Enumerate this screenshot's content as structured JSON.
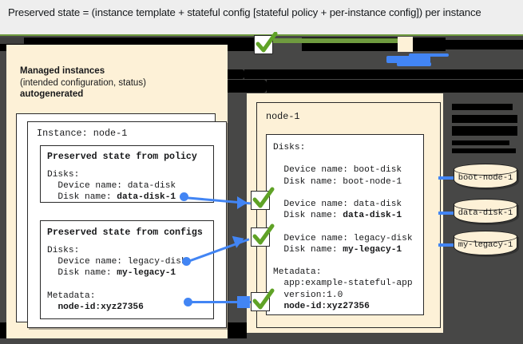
{
  "header": {
    "caption": "Preserved state = (instance template + stateful config [stateful policy + per-instance config]) per instance"
  },
  "colors": {
    "accent_green": "#6f9b3f",
    "accent_blue": "#4285f4",
    "panel_cream": "#fdf1d7",
    "canvas_dark": "#474746",
    "redaction_black": "#000000",
    "check_green": "#5fa226"
  },
  "left_panel": {
    "title": "Managed instances",
    "subtitle": "(intended configuration, status)",
    "tag": "autogenerated",
    "instance_card": {
      "title": "Instance: node-1",
      "sections": [
        {
          "name": "policy-card",
          "heading": "Preserved state from policy",
          "lines": [
            {
              "text": "Disks:",
              "bold": false
            },
            {
              "text": "  Device name: data-disk",
              "bold": false
            },
            {
              "text": "  Disk name: ",
              "bold_part": "data-disk-1"
            }
          ]
        },
        {
          "name": "configs-card",
          "heading": "Preserved state from configs",
          "lines": [
            {
              "text": "Disks:",
              "bold": false
            },
            {
              "text": "  Device name: legacy-disk",
              "bold": false
            },
            {
              "text": "  Disk name: ",
              "bold_part": "my-legacy-1"
            },
            {
              "text": "",
              "bold": false
            },
            {
              "text": "Metadata:",
              "bold": false
            },
            {
              "text": "  ",
              "bold_part": "node-id:xyz27356"
            }
          ]
        }
      ]
    }
  },
  "right_panel": {
    "node_title": "node-1",
    "detail_card": {
      "lines": [
        {
          "text": "Disks:",
          "bold": false
        },
        {
          "text": "",
          "bold": false
        },
        {
          "text": "  Device name: boot-disk",
          "bold": false
        },
        {
          "text": "  Disk name: boot-node-1",
          "bold": false
        },
        {
          "text": "",
          "bold": false
        },
        {
          "text": "  Device name: data-disk",
          "bold": false
        },
        {
          "text": "  Disk name: ",
          "bold_part": "data-disk-1"
        },
        {
          "text": "",
          "bold": false
        },
        {
          "text": "  Device name: legacy-disk",
          "bold": false
        },
        {
          "text": "  Disk name: ",
          "bold_part": "my-legacy-1"
        },
        {
          "text": "",
          "bold": false
        },
        {
          "text": "Metadata:",
          "bold": false
        },
        {
          "text": "  app:example-stateful-app",
          "bold": false
        },
        {
          "text": "  version:1.0",
          "bold": false
        },
        {
          "text": "  ",
          "bold_part": "node-id:xyz27356"
        }
      ]
    }
  },
  "disks": [
    {
      "name": "disk-boot-node-1",
      "label": "boot-node-1"
    },
    {
      "name": "disk-data-disk-1",
      "label": "data-disk-1"
    },
    {
      "name": "disk-my-legacy-1",
      "label": "my-legacy-1"
    }
  ],
  "checkmarks": [
    {
      "name": "check-data-disk",
      "glyph": "✓"
    },
    {
      "name": "check-legacy-disk",
      "glyph": "✓"
    },
    {
      "name": "check-node-id",
      "glyph": "✓"
    },
    {
      "name": "check-top",
      "glyph": "✓"
    }
  ],
  "connectors": [
    {
      "name": "connector-data-disk",
      "from": "policy-card",
      "to": "check-data-disk"
    },
    {
      "name": "connector-legacy-disk",
      "from": "configs-card",
      "to": "check-legacy-disk"
    },
    {
      "name": "connector-node-id",
      "from": "configs-card",
      "to": "check-node-id"
    },
    {
      "name": "connector-boot-node-1",
      "to": "disk-boot-node-1"
    },
    {
      "name": "connector-data-disk-1",
      "to": "disk-data-disk-1"
    },
    {
      "name": "connector-my-legacy-1",
      "to": "disk-my-legacy-1"
    }
  ],
  "redactions": {
    "note": "obscured slide content",
    "count": 12
  }
}
